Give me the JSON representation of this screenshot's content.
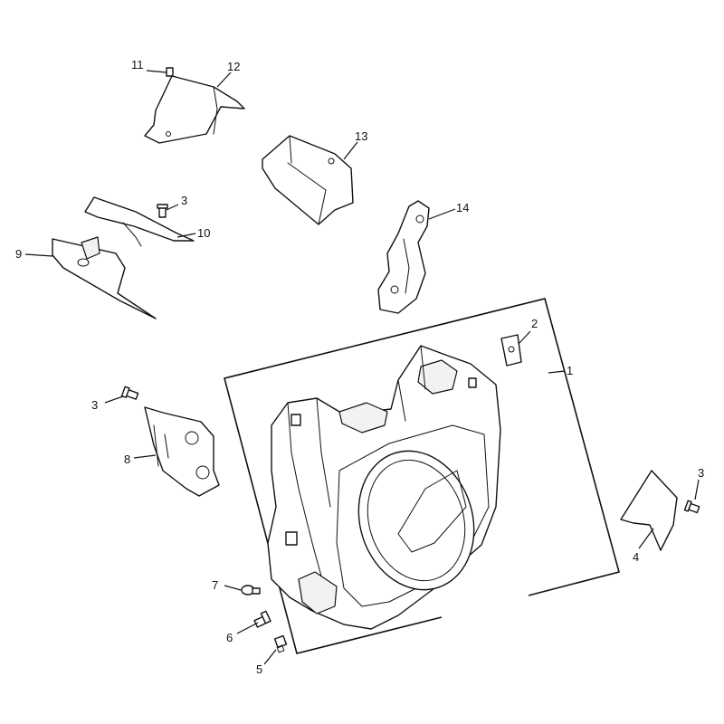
{
  "callouts": {
    "c1": "1",
    "c2": "2",
    "c3a": "3",
    "c3b": "3",
    "c3c": "3",
    "c4": "4",
    "c5": "5",
    "c6": "6",
    "c7": "7",
    "c8": "8",
    "c9": "9",
    "c10": "10",
    "c11": "11",
    "c12": "12",
    "c13": "13",
    "c14": "14"
  }
}
